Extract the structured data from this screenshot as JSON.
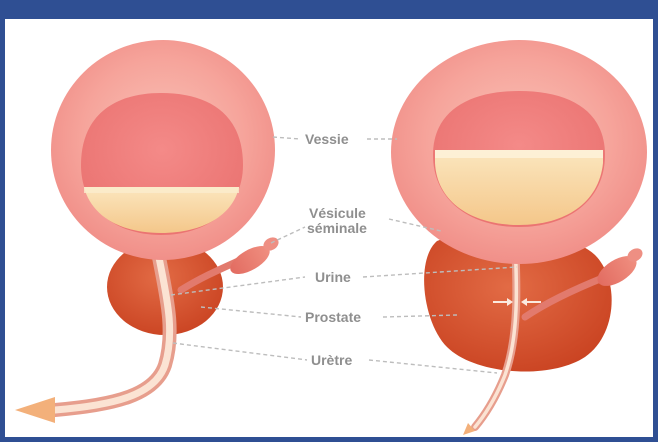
{
  "labels": {
    "bladder": "Vessie",
    "seminal_vesicle_line1": "Vésicule",
    "seminal_vesicle_line2": "séminale",
    "urine": "Urine",
    "prostate": "Prostate",
    "urethra": "Urètre"
  },
  "colors": {
    "frame": "#2f4f93",
    "bladder_outer": "#f7a8a0",
    "bladder_inner": "#ef8b86",
    "urine": "#f8d7a3",
    "prostate": "#d8502d",
    "urethra": "#f4d8c8",
    "label": "#8f8f8f",
    "arrow": "#f3b07a"
  }
}
